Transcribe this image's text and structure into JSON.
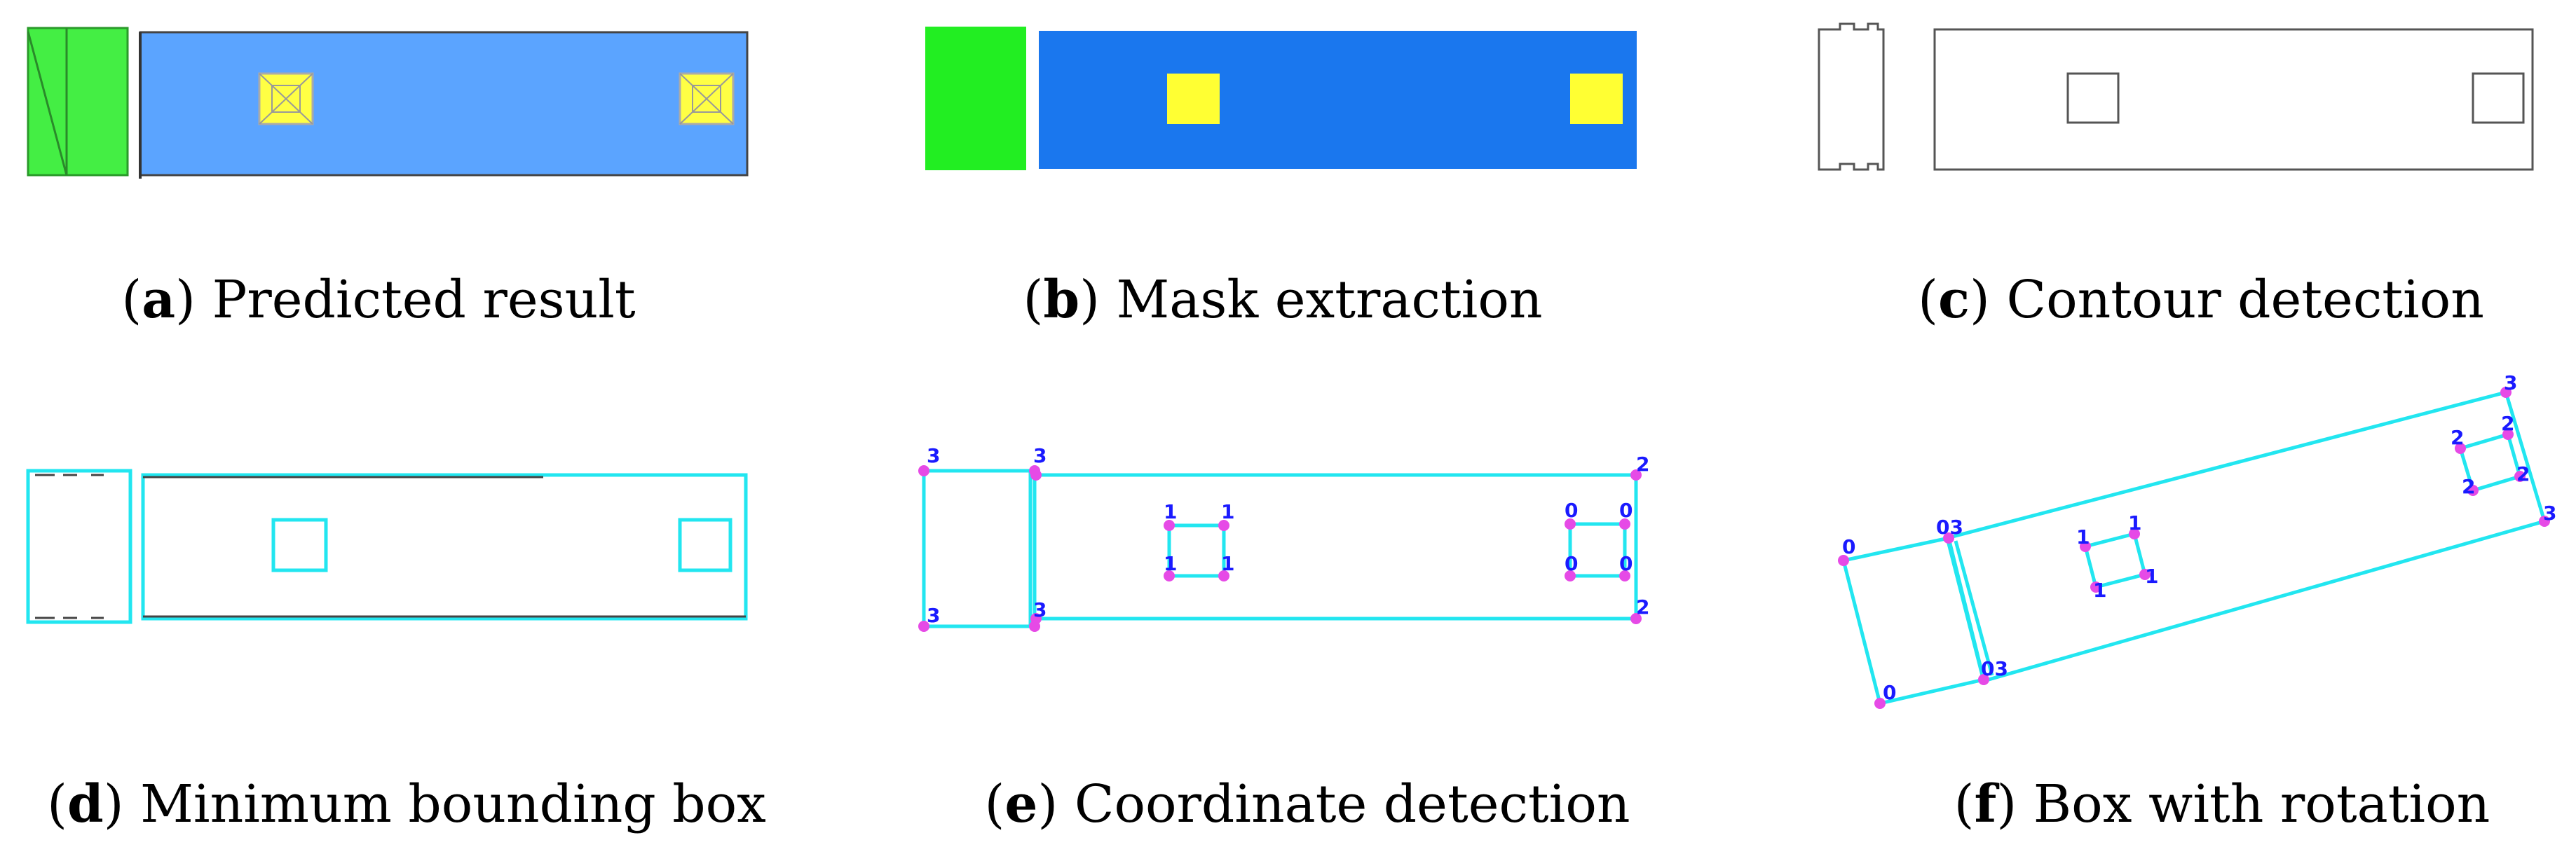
{
  "figure": {
    "panels": [
      {
        "letter": "a",
        "caption": "Predicted result"
      },
      {
        "letter": "b",
        "caption": "Mask extraction"
      },
      {
        "letter": "c",
        "caption": "Contour detection"
      },
      {
        "letter": "d",
        "caption": "Minimum bounding box"
      },
      {
        "letter": "e",
        "caption": "Coordinate detection"
      },
      {
        "letter": "f",
        "caption": "Box with rotation"
      }
    ]
  },
  "colors": {
    "green": "#44ee44",
    "blue_pred": "#5ba4ff",
    "blue_mask": "#1a77ee",
    "yellow": "#ffff44",
    "cyan": "#22e6f0",
    "magenta": "#e64ae6",
    "label_blue": "#1a1aff",
    "outline": "#555555"
  },
  "labels": {
    "e": {
      "left_box": [
        "3",
        "3"
      ],
      "corner_a": "3",
      "corner_b": "3",
      "right_top": "2",
      "right_bottom": "2",
      "sq1": [
        "1",
        "1",
        "1",
        "1"
      ],
      "sq0": [
        "0",
        "0",
        "0",
        "0"
      ]
    },
    "f": {
      "l0a": "0",
      "l0b": "0",
      "l03": "03",
      "l03b": "03",
      "r3": "3",
      "r3b": "3",
      "sq1": [
        "1",
        "1",
        "1",
        "1"
      ],
      "sq2": [
        "2",
        "2",
        "2",
        "2"
      ]
    }
  }
}
